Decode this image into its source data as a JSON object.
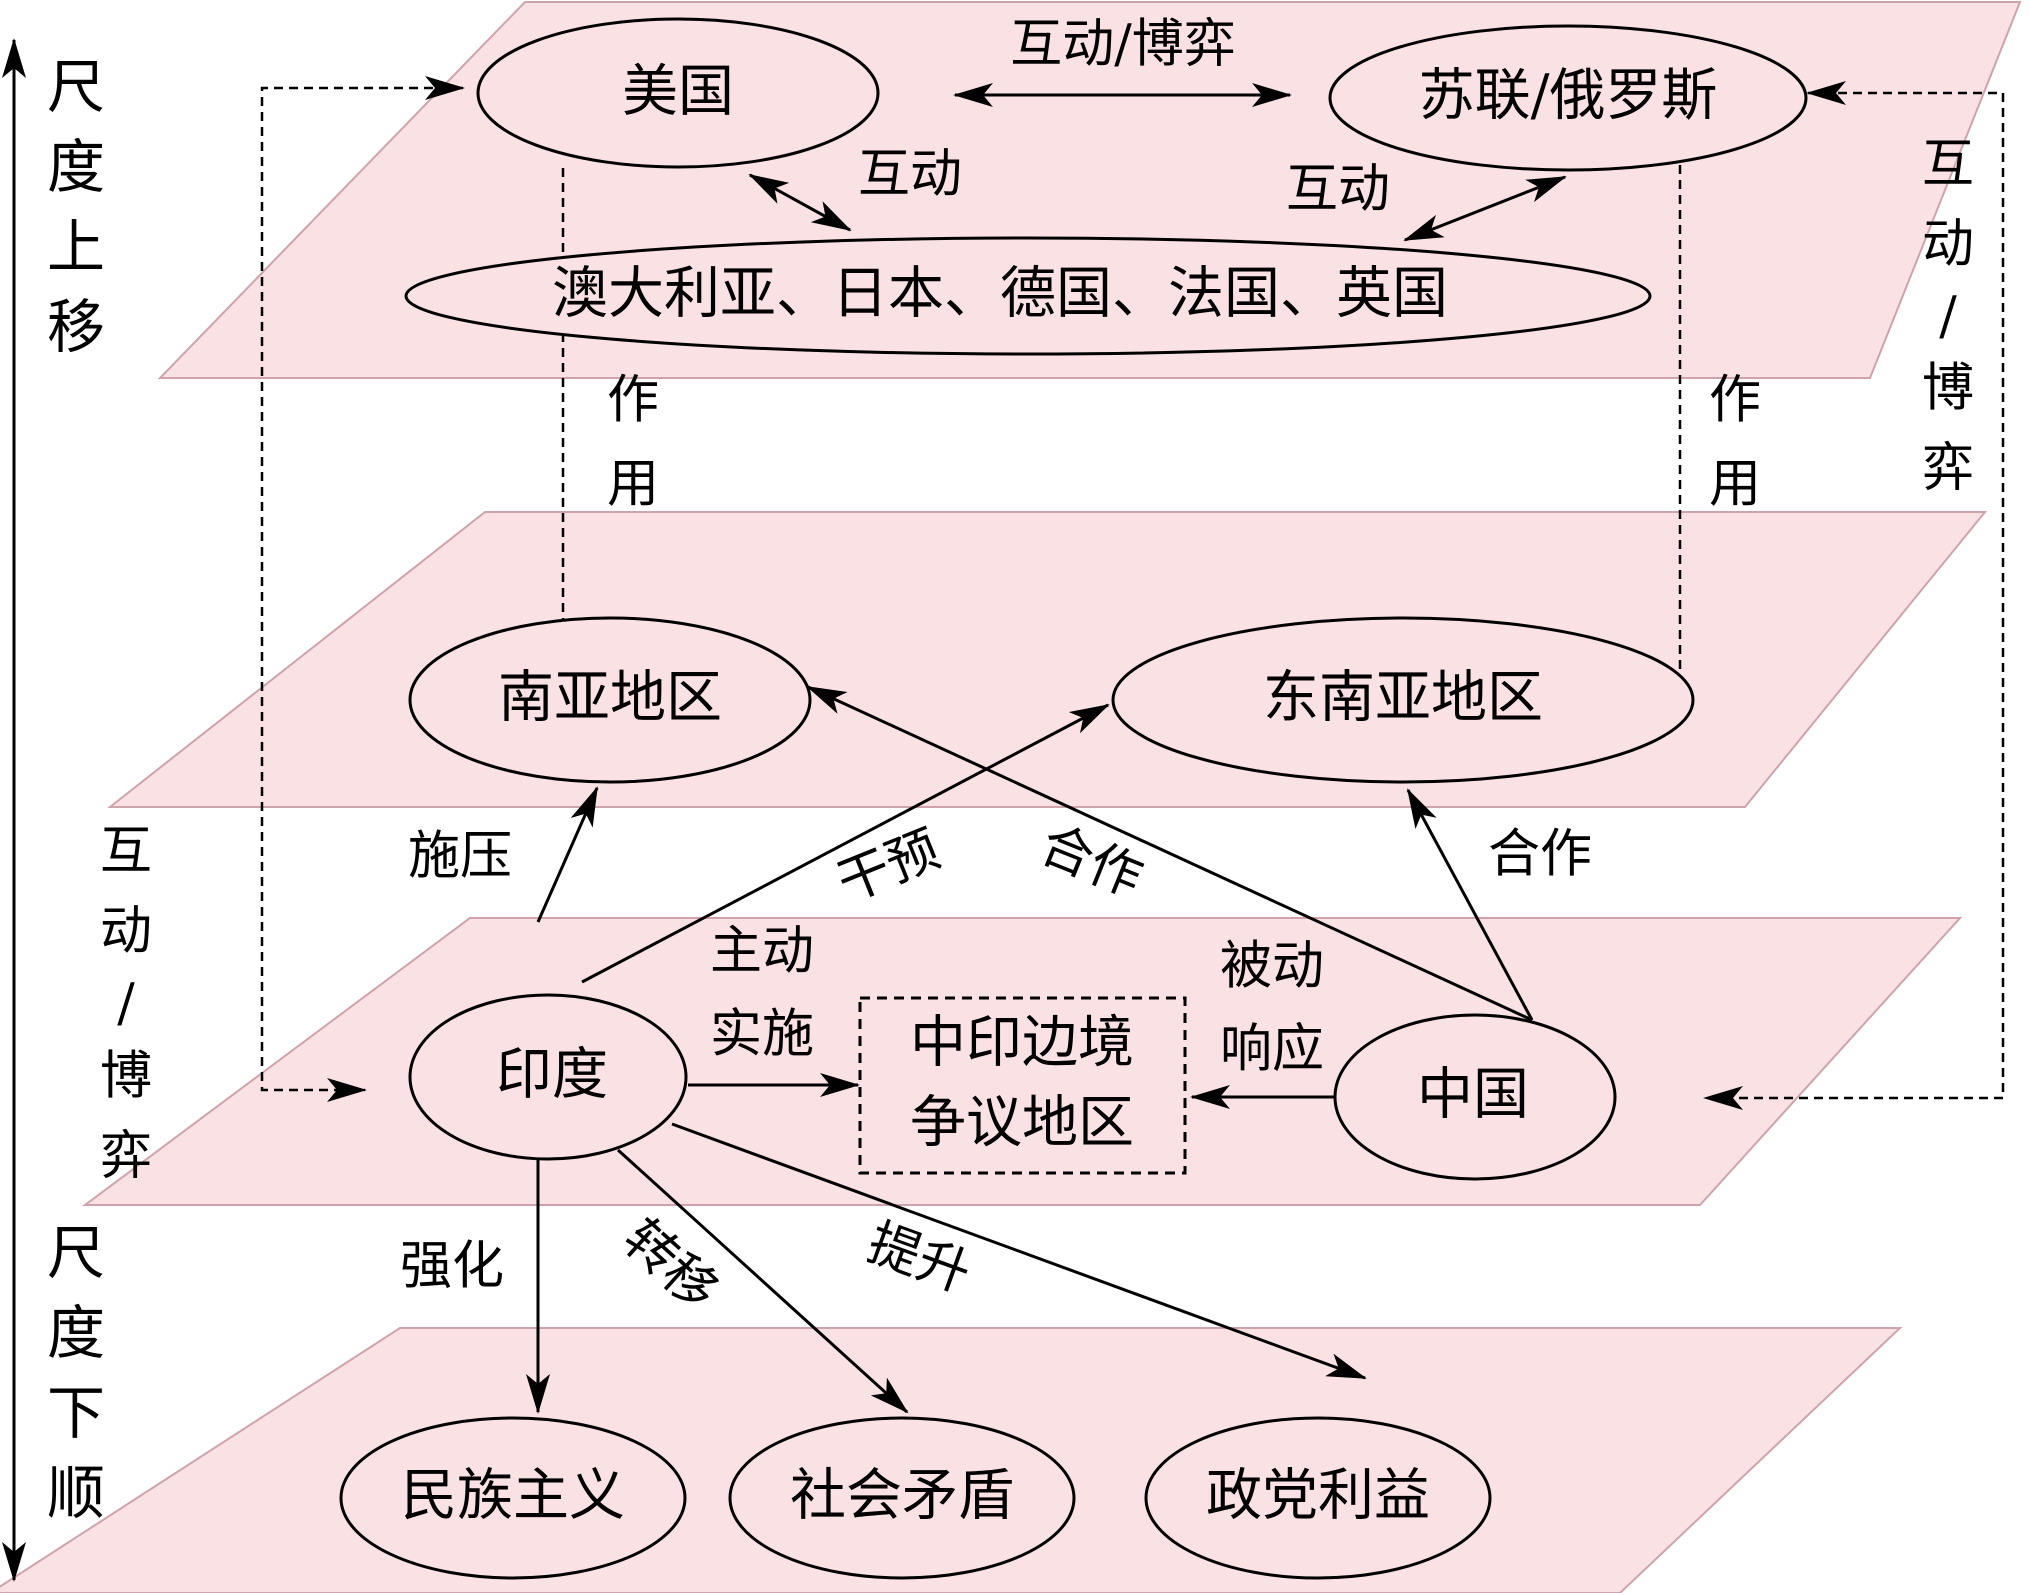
{
  "axis": {
    "top_label": [
      "尺",
      "度",
      "上",
      "移"
    ],
    "bottom_label": [
      "尺",
      "度",
      "下",
      "顺"
    ]
  },
  "nodes": {
    "usa": "美国",
    "ussr_russia": "苏联/俄罗斯",
    "allies": "澳大利亚、日本、德国、法国、英国",
    "south_asia": "南亚地区",
    "southeast_asia": "东南亚地区",
    "india": "印度",
    "china": "中国",
    "border_line1": "中印边境",
    "border_line2": "争议地区",
    "nationalism": "民族主义",
    "social_conflict": "社会矛盾",
    "party_interest": "政党利益"
  },
  "labels": {
    "usa_ussr": "互动/博弈",
    "usa_allies": "互动",
    "ussr_allies": "互动",
    "effect_left": [
      "作",
      "用"
    ],
    "effect_right": [
      "作",
      "用"
    ],
    "right_interact": [
      "互",
      "动",
      "/",
      "博",
      "弈"
    ],
    "left_interact": [
      "互",
      "动",
      "/",
      "博",
      "弈"
    ],
    "pressure": "施压",
    "intervene": "干预",
    "cooperate_sa": "合作",
    "cooperate_sea": "合作",
    "active_line1": "主动",
    "active_line2": "实施",
    "passive_line1": "被动",
    "passive_line2": "响应",
    "strengthen": "强化",
    "transfer": "转移",
    "enhance": "提升"
  }
}
